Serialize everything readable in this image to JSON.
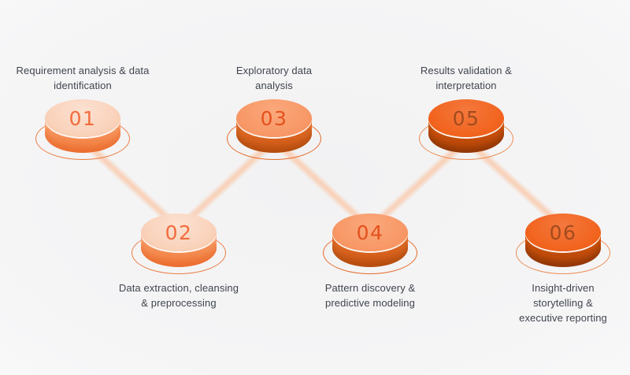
{
  "diagram": {
    "kind": "six-step zigzag process flow",
    "steps": [
      {
        "number": "01",
        "label": "Requirement analysis & data\nidentification",
        "tone": "light",
        "row": "top"
      },
      {
        "number": "02",
        "label": "Data extraction, cleansing\n& preprocessing",
        "tone": "light",
        "row": "bottom"
      },
      {
        "number": "03",
        "label": "Exploratory data\nanalysis",
        "tone": "medium",
        "row": "top"
      },
      {
        "number": "04",
        "label": "Pattern discovery &\npredictive modeling",
        "tone": "medium",
        "row": "bottom"
      },
      {
        "number": "05",
        "label": "Results validation &\ninterpretation",
        "tone": "dark",
        "row": "top"
      },
      {
        "number": "06",
        "label": "Insight-driven\nstorytelling &\nexecutive reporting",
        "tone": "dark",
        "row": "bottom"
      }
    ],
    "palette": {
      "background": "#F4F4F5",
      "connector": "#F8D2BA",
      "label_text": "#3F444D",
      "tones": {
        "light": {
          "top": "#FAD8C4",
          "side": "#F5824A",
          "number": "#F26C3C",
          "ring": "#EC7B40"
        },
        "medium": {
          "top": "#F89B6C",
          "side": "#D85E1C",
          "number": "#E5511C",
          "ring": "#E56A28"
        },
        "dark": {
          "top": "#F2661F",
          "side": "#C24E0C",
          "number": "#A34B1F",
          "ring": "#ED8A50"
        }
      }
    }
  }
}
